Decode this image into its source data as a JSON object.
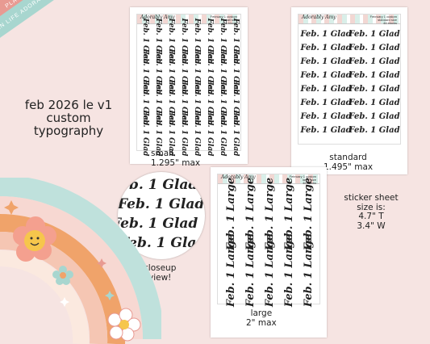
{
  "ribbon": {
    "text": "PLAN LIFE ADORABLY • ADORABLY AMY DESIGNS • PLAN LIFE ADORABLY • ADORABLY AMY DESIGNS"
  },
  "title": {
    "line1": "feb 2026 le v1",
    "line2": "custom",
    "line3": "typography"
  },
  "sheet_header": {
    "logo": "Adorably Amy",
    "small": [
      "February 1 custom",
      "small size",
      "48 blocks"
    ],
    "standard": [
      "February 1 custom",
      "standard size",
      "48 blocks"
    ],
    "large": [
      "February 1 custom",
      "large size",
      "48 blocks"
    ]
  },
  "sticker_text": {
    "small": "Feb. 1 Glad",
    "standard": "Feb. 1 Glad",
    "large": "Feb. 1 Large"
  },
  "captions": {
    "small": {
      "line1": "small",
      "line2": "1.295\" max"
    },
    "standard": {
      "line1": "standard",
      "line2": "1.495\" max"
    },
    "large": {
      "line1": "large",
      "line2": "2\" max"
    },
    "closeup": {
      "line1": "closeup",
      "line2": "view!"
    }
  },
  "info": {
    "line1": "sticker sheet",
    "line2": "size is:",
    "line3": "4.7\" T",
    "line4": "3.4\" W"
  },
  "colors": {
    "background": "#f6e4e2",
    "pink": "#e89a92",
    "mint": "#a8d6cf",
    "orange": "#f0a36a",
    "peach": "#f6c9a8"
  }
}
